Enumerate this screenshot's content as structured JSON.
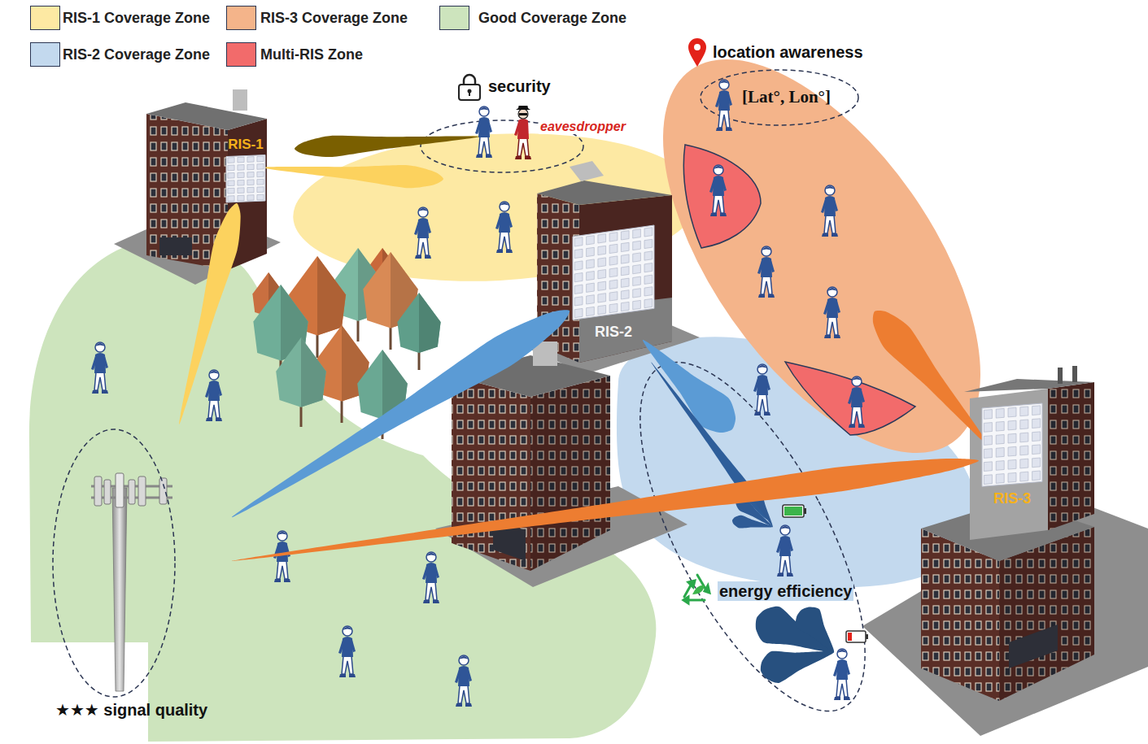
{
  "diagram": {
    "nodes": [
      {
        "text": [
          "RIS-1"
        ]
      },
      {
        "text": [
          "RIS-2"
        ]
      },
      {
        "text": [
          "RIS-3"
        ]
      },
      {
        "text": [
          "★★★ signal quality"
        ]
      }
    ],
    "edges": [
      {
        "from": 3,
        "to": 0,
        "arrow": "none"
      },
      {
        "from": 3,
        "to": 1,
        "arrow": "none"
      },
      {
        "from": 3,
        "to": 2,
        "arrow": "none"
      }
    ],
    "labels": [
      "security",
      "eavesdropper",
      "location awareness",
      "[Lat°, Lon°]",
      "energy efficiency"
    ],
    "legend": [
      {
        "text": "RIS-1 Coverage Zone",
        "color": "#fde9a3"
      },
      {
        "text": "RIS-3 Coverage Zone",
        "color": "#f4b48a"
      },
      {
        "text": "Good Coverage Zone",
        "color": "#cde4bd"
      },
      {
        "text": "RIS-2 Coverage Zone",
        "color": "#c3d9ee"
      },
      {
        "text": "Multi-RIS Zone",
        "color": "#f26b6b"
      }
    ]
  }
}
